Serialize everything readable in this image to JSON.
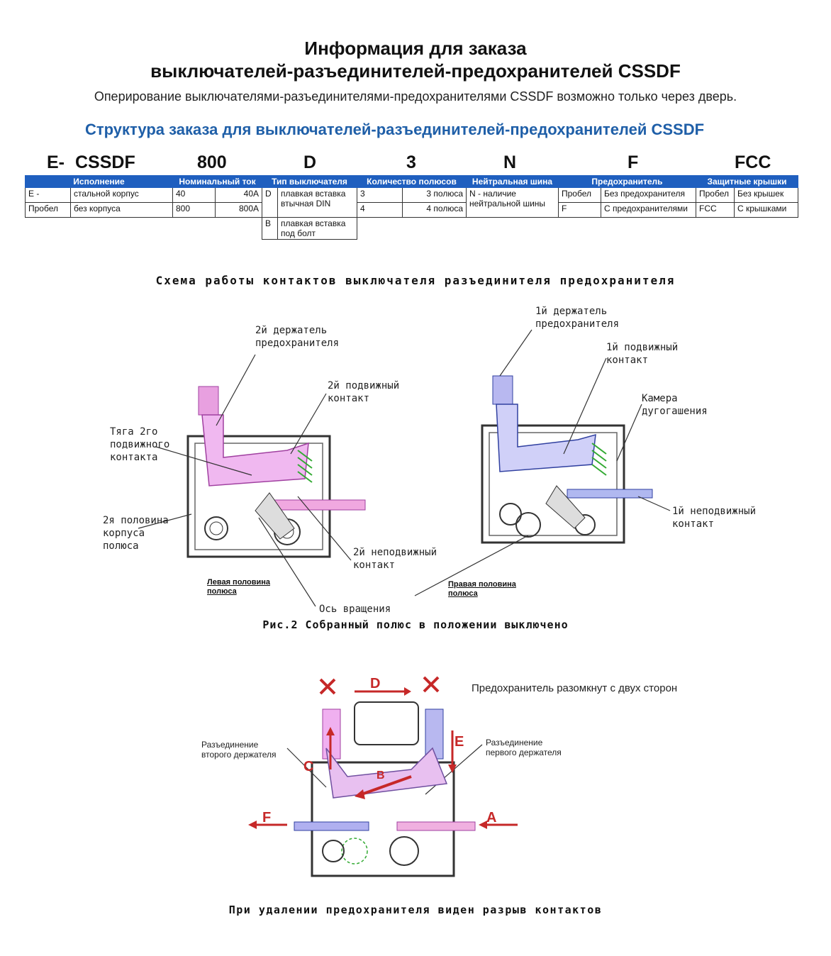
{
  "header": {
    "title_line1": "Информация для заказа",
    "title_line2": "выключателей-разъединителей-предохранителей CSSDF",
    "note": "Оперирование выключателями-разъединителями-предохранителями CSSDF возможно только через дверь.",
    "structure_title": "Структура заказа для выключателей-разъединителей-предохранителей CSSDF"
  },
  "code_parts": [
    "E-",
    "CSSDF",
    "800",
    "D",
    "3",
    "N",
    "F",
    "FCC"
  ],
  "table": {
    "headers": [
      "Исполнение",
      "Номинальный ток",
      "Тип выключателя",
      "Количество полюсов",
      "Нейтральная шина",
      "Предохранитель",
      "Защитные крышки"
    ],
    "execution": [
      {
        "code": "E -",
        "desc": "стальной корпус"
      },
      {
        "code": "Пробел",
        "desc": "без корпуса"
      }
    ],
    "current": [
      {
        "code": "40",
        "desc": "40A"
      },
      {
        "code": "800",
        "desc": "800A"
      }
    ],
    "switch_type": [
      {
        "code": "D",
        "desc": "плавкая вставка втычная DIN"
      },
      {
        "code": "B",
        "desc": "плавкая вставка под болт"
      }
    ],
    "poles": [
      {
        "code": "3",
        "desc": "3 полюса"
      },
      {
        "code": "4",
        "desc": "4 полюса"
      }
    ],
    "neutral": "N -  наличие нейтральной шины",
    "fuse": [
      {
        "code": "Пробел",
        "desc": "Без предохранителя"
      },
      {
        "code": "F",
        "desc": "С предохранителями"
      }
    ],
    "covers": [
      {
        "code": "Пробел",
        "desc": "Без крышек"
      },
      {
        "code": "FCC",
        "desc": "С крышками"
      }
    ]
  },
  "scheme": {
    "heading": "Схема работы контактов выключателя разъединителя предохранителя",
    "left_labels": {
      "holder2": "2й держатель\nпредохранителя",
      "moving2": "2й подвижный\nконтакт",
      "rod2": "Тяга 2го\nподвижного\nконтакта",
      "half2": "2я половина\nкорпуса\nполюса",
      "fixed2": "2й неподвижный\nконтакт",
      "axis": "Ось вращения",
      "left_half": "Левая половина\nполюса"
    },
    "right_labels": {
      "holder1": "1й держатель\nпредохранителя",
      "moving1": "1й подвижный\nконтакт",
      "arc": "Камера\nдугогашения",
      "fixed1": "1й неподвижный\nконтакт",
      "right_half": "Правая половина\nполюса"
    },
    "caption": "Рис.2 Собранный полюс в положении выключено"
  },
  "bottom": {
    "note": "Предохранитель разомкнут с двух сторон",
    "disc2": "Разъединение\nвторого держателя",
    "disc1": "Разъединение\nпервого держателя",
    "arrows": [
      "D",
      "C",
      "B",
      "E",
      "F",
      "A"
    ],
    "caption": "При удалении предохранителя виден разрыв контактов"
  }
}
